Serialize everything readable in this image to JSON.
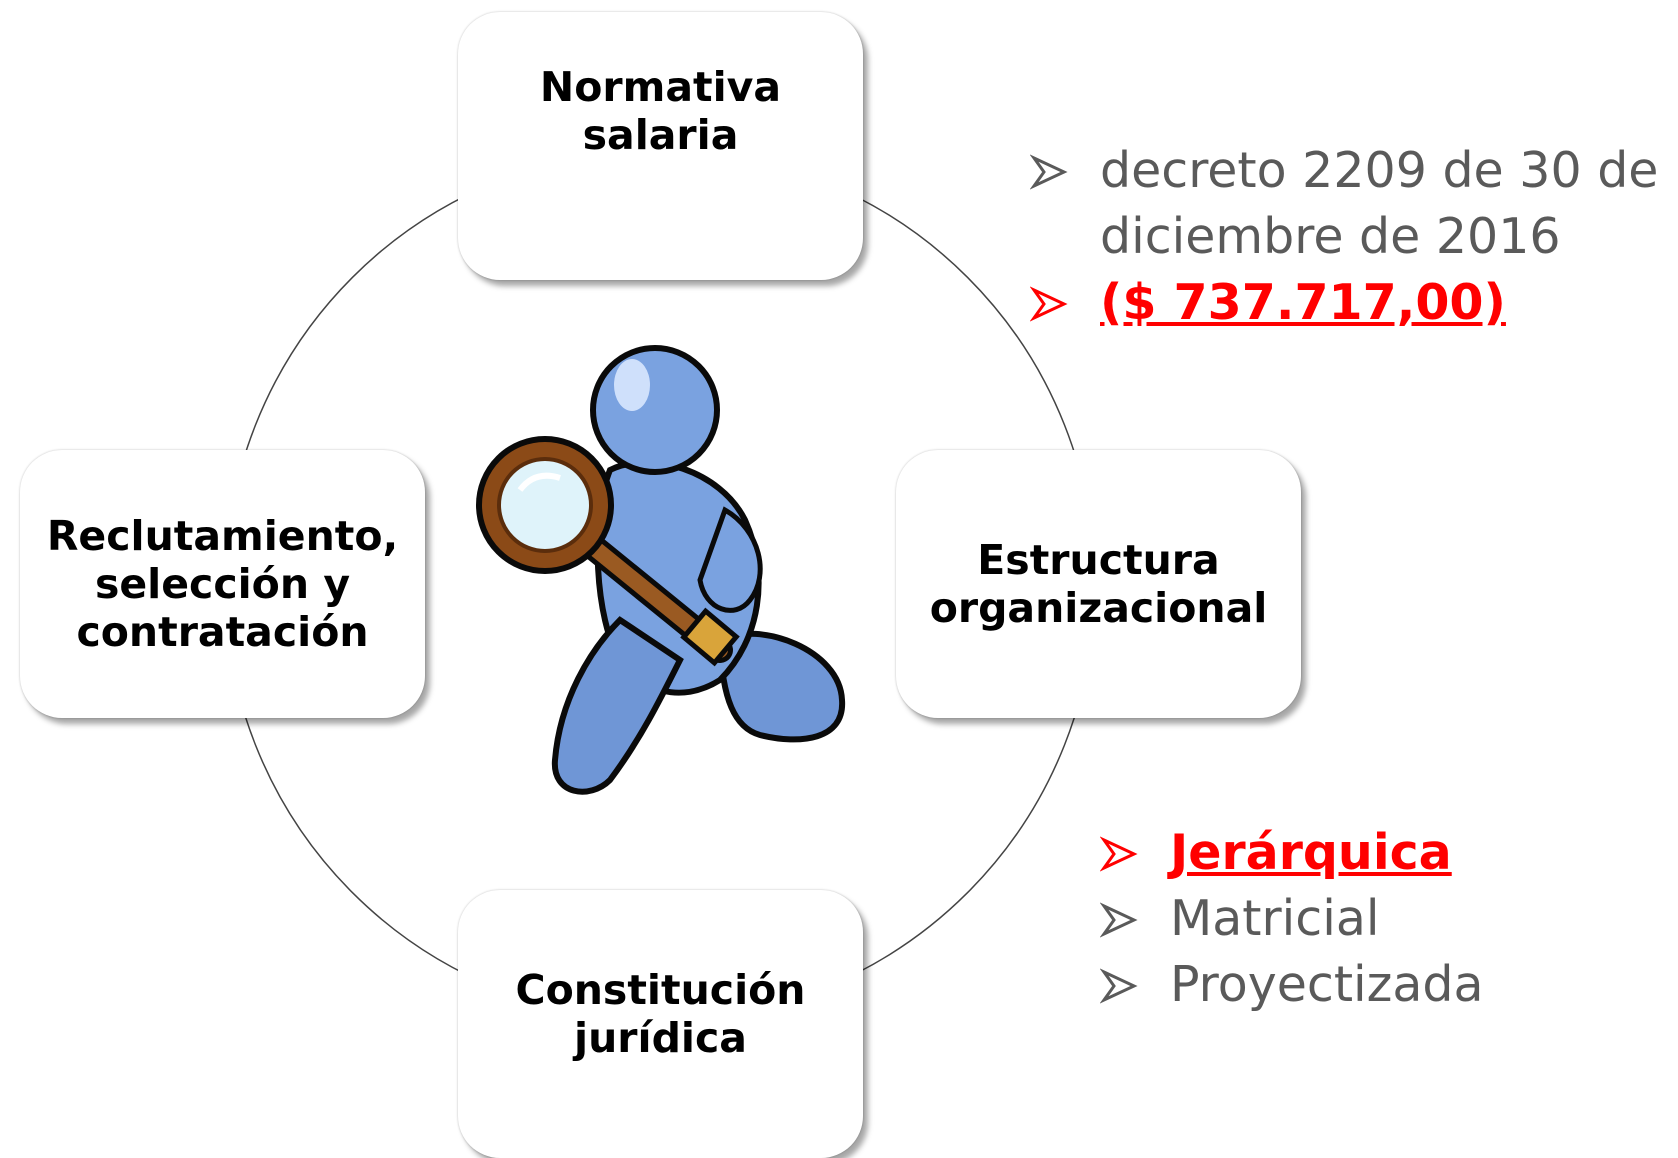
{
  "diagram": {
    "nodes": {
      "top": "Normativa\nsalaria",
      "left": "Reclutamiento,\nselección y\ncontratación",
      "right": "Estructura\norganizacional",
      "bottom": "Constitución\njurídica"
    },
    "center_image": "magnifying-glass-figure"
  },
  "notes_top": {
    "item1_line1": "decreto 2209 de 30 de",
    "item1_line2": "diciembre de 2016",
    "item2": "($ 737.717,00)"
  },
  "notes_bottom": {
    "items": [
      "Jerárquica",
      "Matricial",
      "Proyectizada"
    ]
  },
  "colors": {
    "highlight": "#ff0000",
    "text_gray": "#5a5a5a",
    "figure_blue": "#6f96d6",
    "lens_wood": "#8b4a17"
  }
}
